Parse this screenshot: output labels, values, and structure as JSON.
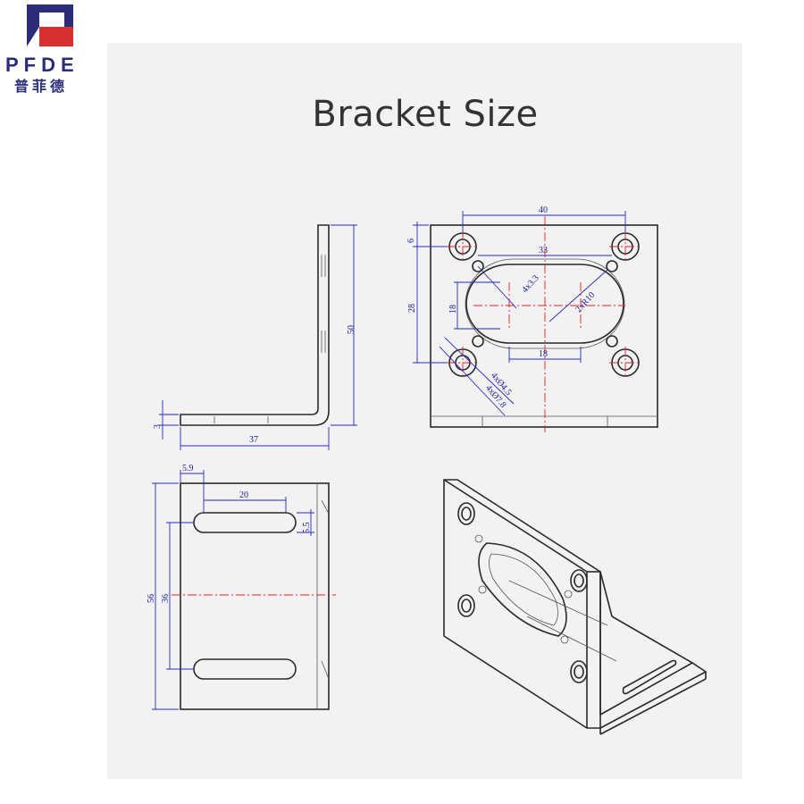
{
  "brand": {
    "logo_text": "PFDE",
    "logo_chinese": "普菲德",
    "colors": {
      "navy": "#2b2d7a",
      "red": "#d63030"
    }
  },
  "title": "Bracket Size",
  "dimensions": {
    "side_view": {
      "height": "50",
      "thickness": "3",
      "length": "37"
    },
    "front_view": {
      "width": "40",
      "top_offset": "6",
      "hole_spacing": "33",
      "slot_height": "28",
      "small_hole": "4x3.3",
      "inner_height": "18",
      "radius": "2xR10",
      "slot_width": "18",
      "hole_diameter": "4xØ4.5",
      "counterbore": "4xØ7.8"
    },
    "bottom_view": {
      "edge_offset": "5.9",
      "slot_length": "20",
      "slot_width": "5.5",
      "total_height": "56",
      "slot_spacing": "36"
    }
  }
}
